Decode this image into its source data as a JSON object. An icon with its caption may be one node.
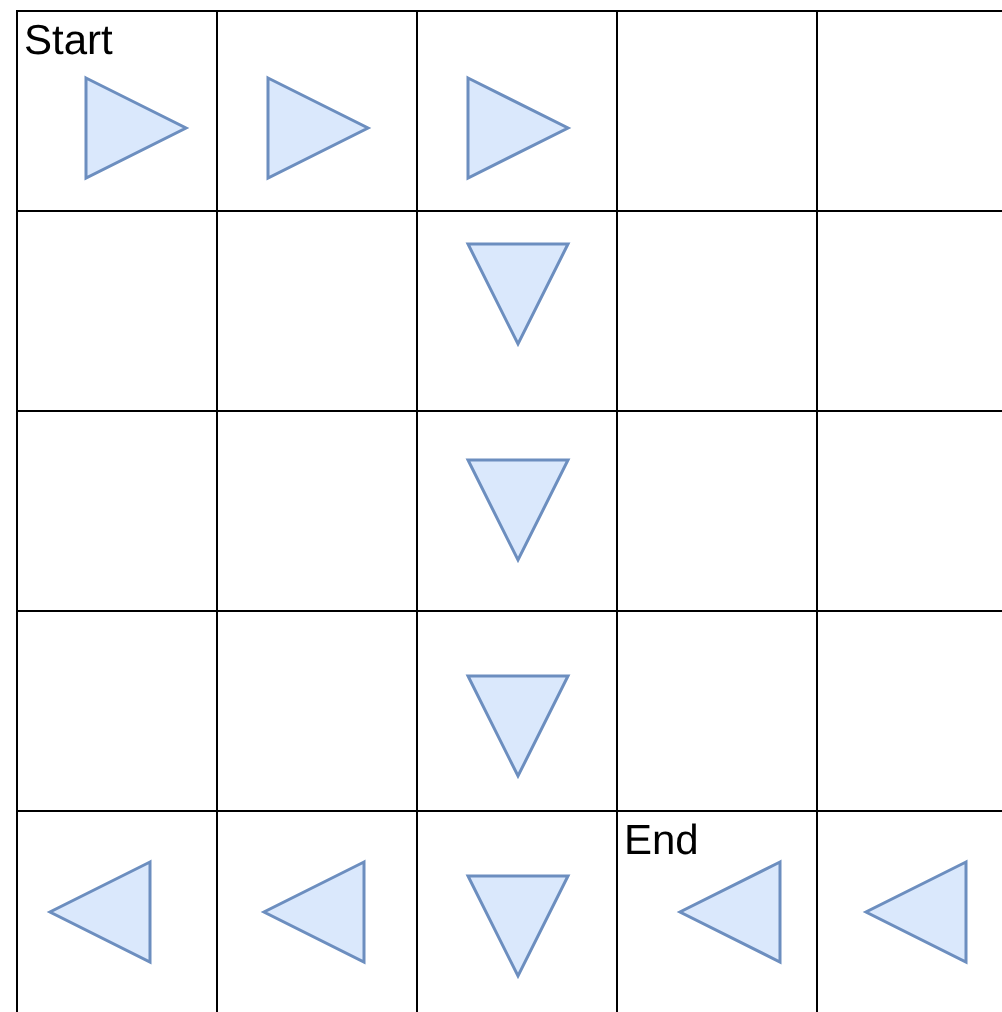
{
  "diagram": {
    "nodes": [
      {
        "text": [
          "Start"
        ]
      },
      {
        "text": [],
        "shape": "triangle",
        "in": 0
      },
      {
        "text": [],
        "shape": "box"
      },
      {
        "text": [],
        "shape": "triangle",
        "in": 2
      },
      {
        "text": [],
        "shape": "box"
      },
      {
        "text": [],
        "shape": "triangle",
        "in": 4
      },
      {
        "text": [],
        "shape": "box"
      },
      {
        "text": [],
        "shape": "box"
      },
      {
        "text": [],
        "shape": "box"
      },
      {
        "text": [],
        "shape": "box"
      },
      {
        "text": [],
        "shape": "box"
      },
      {
        "text": [],
        "shape": "triangle",
        "in": 10
      },
      {
        "text": [],
        "shape": "box"
      },
      {
        "text": [],
        "shape": "box"
      },
      {
        "text": [],
        "shape": "box"
      },
      {
        "text": [],
        "shape": "box"
      },
      {
        "text": [],
        "shape": "box"
      },
      {
        "text": [],
        "shape": "triangle",
        "in": 16
      },
      {
        "text": [],
        "shape": "box"
      },
      {
        "text": [],
        "shape": "box"
      },
      {
        "text": [],
        "shape": "box"
      },
      {
        "text": [],
        "shape": "box"
      },
      {
        "text": [],
        "shape": "box"
      },
      {
        "text": [],
        "shape": "triangle",
        "in": 22
      },
      {
        "text": [],
        "shape": "box"
      },
      {
        "text": [],
        "shape": "box"
      },
      {
        "text": [],
        "shape": "box"
      },
      {
        "text": [],
        "shape": "triangle",
        "in": 26
      },
      {
        "text": [],
        "shape": "box"
      },
      {
        "text": [],
        "shape": "triangle",
        "in": 28
      },
      {
        "text": [],
        "shape": "box"
      },
      {
        "text": [],
        "shape": "triangle",
        "in": 30
      },
      {
        "text": [
          "End"
        ]
      },
      {
        "text": [],
        "shape": "triangle",
        "in": 32
      },
      {
        "text": [],
        "shape": "box"
      },
      {
        "text": [],
        "shape": "triangle",
        "in": 34
      }
    ]
  }
}
